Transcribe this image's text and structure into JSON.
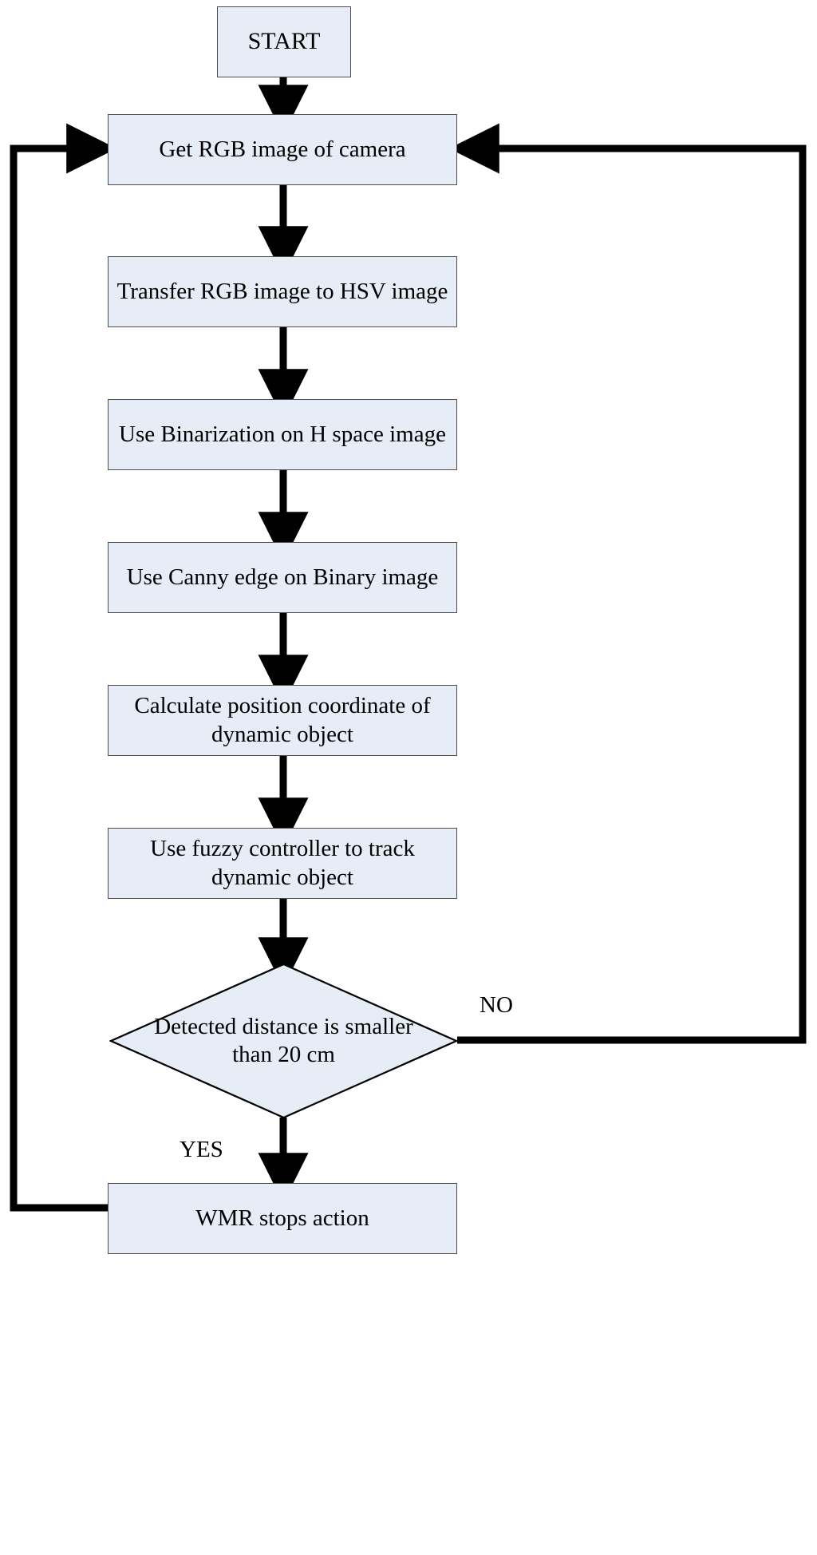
{
  "diagram": {
    "title": "Dynamic object tracking flowchart",
    "type": "flowchart",
    "colors": {
      "node_fill": "#e7edf7",
      "node_border": "#4d4d4d",
      "edge_stroke": "#000000",
      "background": "#ffffff",
      "text": "#000000"
    },
    "nodes": [
      {
        "id": "start",
        "shape": "rectangle",
        "label": "START"
      },
      {
        "id": "get_rgb",
        "shape": "rectangle",
        "label": "Get RGB image of camera"
      },
      {
        "id": "to_hsv",
        "shape": "rectangle",
        "label": "Transfer RGB image to HSV image"
      },
      {
        "id": "binarize",
        "shape": "rectangle",
        "label": "Use Binarization on H space image"
      },
      {
        "id": "canny",
        "shape": "rectangle",
        "label": "Use Canny edge on Binary image"
      },
      {
        "id": "calc_pos",
        "shape": "rectangle",
        "label": "Calculate position coordinate of\ndynamic object"
      },
      {
        "id": "fuzzy",
        "shape": "rectangle",
        "label": "Use fuzzy controller  to track\ndynamic object"
      },
      {
        "id": "decision",
        "shape": "diamond",
        "label": "Detected distance is smaller\nthan 20 cm"
      },
      {
        "id": "wmr_stop",
        "shape": "rectangle",
        "label": "WMR stops action"
      }
    ],
    "edges": [
      {
        "id": "e1",
        "from": "start",
        "to": "get_rgb",
        "label": ""
      },
      {
        "id": "e2",
        "from": "get_rgb",
        "to": "to_hsv",
        "label": ""
      },
      {
        "id": "e3",
        "from": "to_hsv",
        "to": "binarize",
        "label": ""
      },
      {
        "id": "e4",
        "from": "binarize",
        "to": "canny",
        "label": ""
      },
      {
        "id": "e5",
        "from": "canny",
        "to": "calc_pos",
        "label": ""
      },
      {
        "id": "e6",
        "from": "calc_pos",
        "to": "fuzzy",
        "label": ""
      },
      {
        "id": "e7",
        "from": "fuzzy",
        "to": "decision",
        "label": ""
      },
      {
        "id": "e8",
        "from": "decision",
        "to": "wmr_stop",
        "label": "YES"
      },
      {
        "id": "e9",
        "from": "decision",
        "to": "get_rgb",
        "label": "NO"
      },
      {
        "id": "e10",
        "from": "wmr_stop",
        "to": "get_rgb",
        "label": ""
      }
    ],
    "edge_labels": {
      "yes": "YES",
      "no": "NO"
    }
  }
}
